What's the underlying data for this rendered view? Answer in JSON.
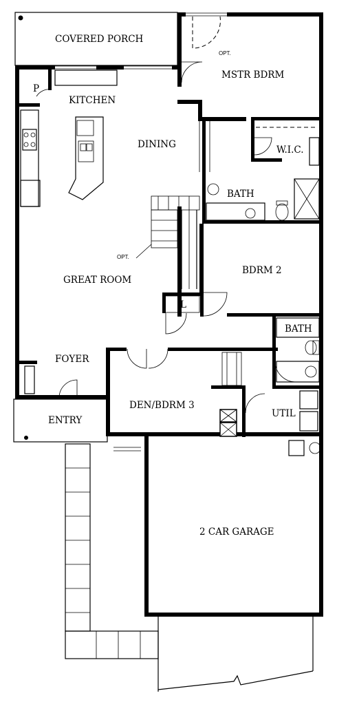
{
  "labels": {
    "covered_porch": "COVERED PORCH",
    "mstr_bdrm": "MSTR BDRM",
    "opt_master": "OPT.",
    "kitchen": "KITCHEN",
    "pantry": "P",
    "dining": "DINING",
    "wic": "W.I.C.",
    "bath_master": "BATH",
    "opt_stair": "OPT.",
    "great_room": "GREAT ROOM",
    "bdrm2": "BDRM 2",
    "laundry": "L",
    "bath2": "BATH",
    "foyer": "FOYER",
    "den": "DEN/BDRM 3",
    "util": "UTIL",
    "entry": "ENTRY",
    "garage": "2 CAR GARAGE"
  }
}
